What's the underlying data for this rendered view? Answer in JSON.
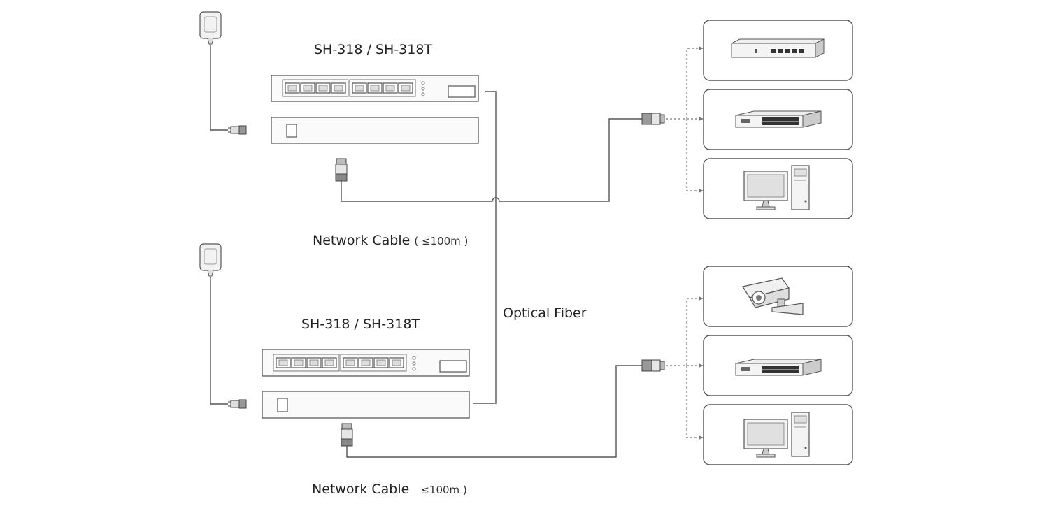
{
  "switch_top": {
    "model_label": "SH-318 / SH-318T"
  },
  "switch_bottom": {
    "model_label": "SH-318 / SH-318T"
  },
  "cable_top": {
    "label": "Network Cable",
    "range": "( ≤100m )"
  },
  "cable_bottom": {
    "label": "Network Cable",
    "range": "≤100m )"
  },
  "fiber": {
    "label": "Optical Fiber"
  },
  "endpoints_top": [
    {
      "icon": "router-icon"
    },
    {
      "icon": "switch-icon"
    },
    {
      "icon": "computer-icon"
    }
  ],
  "endpoints_bottom": [
    {
      "icon": "security-camera-icon"
    },
    {
      "icon": "switch-icon"
    },
    {
      "icon": "computer-icon"
    }
  ],
  "colors": {
    "line": "#555555",
    "outline": "#666666",
    "device_fill": "#f4f4f4",
    "connector": "#888888"
  }
}
